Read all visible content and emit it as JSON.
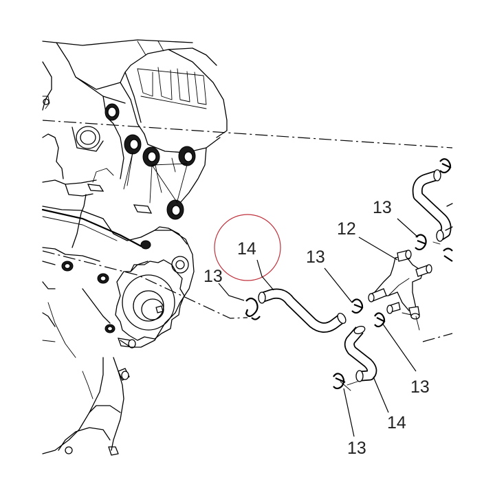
{
  "labels": {
    "clamp": "13",
    "connector": "12",
    "hose": "14"
  },
  "highlight": {
    "color": "#c0303c",
    "target_label": "14"
  }
}
